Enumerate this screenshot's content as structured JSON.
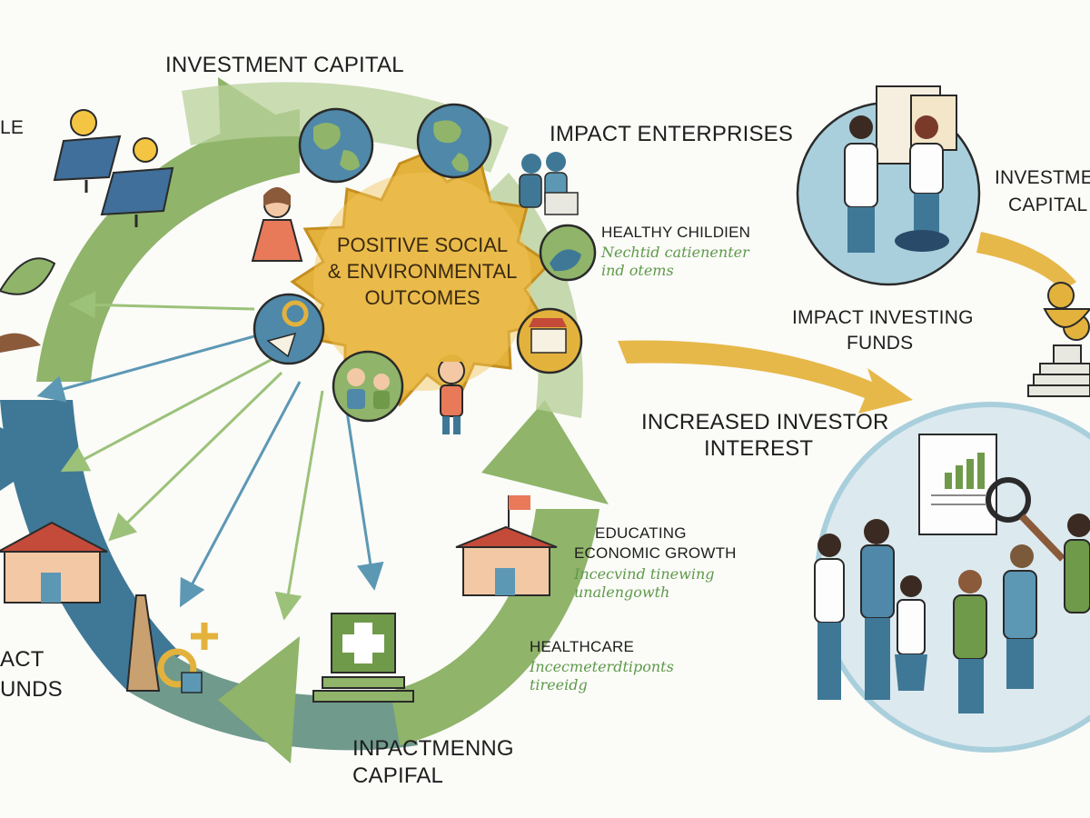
{
  "labels": {
    "investment_capital_top": "INVESTMENT CAPITAL",
    "partial_top_left": "LE",
    "impact_enterprises": "IMPACT ENTERPRISES",
    "healthy_children": "HEALTHY CHILDIEN",
    "healthy_children_sub1": "Nechtid catienenter",
    "healthy_children_sub2": "ind otems",
    "center_line1": "POSITIVE SOCIAL",
    "center_line2": "& ENVIRONMENTAL",
    "center_line3": "OUTCOMES",
    "impact_investing_funds_line1": "IMPACT INVESTING",
    "impact_investing_funds_line2": "FUNDS",
    "increased_investor_line1": "INCREASED INVESTOR",
    "increased_investor_line2": "INTEREST",
    "educating_line1": "EDUCATING",
    "educating_line2": "ECONOMIC GROWTH",
    "educating_sub1": "Incecvind tinewing",
    "educating_sub2": "unalengowth",
    "healthcare": "HEALTHCARE",
    "healthcare_sub1": "Incecmeterdtiponts",
    "healthcare_sub2": "tireeidg",
    "inpactmening_line1": "INPACTMENNG",
    "inpactmening_line2": "CAPIFAL",
    "partial_left_line1": "ACT",
    "partial_left_line2": "UNDS",
    "right_investment_line1": "INVESTME",
    "right_investment_line2": "CAPITAL"
  },
  "colors": {
    "cycle_green": "#8fb46a",
    "cycle_light_green": "#b9d19b",
    "cycle_blue": "#3f7896",
    "center_gold": "#e3b23c",
    "arrow_gold": "#e6b84a",
    "arrow_blue": "#5c98b4",
    "arrow_green": "#9cc27a",
    "circle_blue": "#a9cfdc"
  }
}
